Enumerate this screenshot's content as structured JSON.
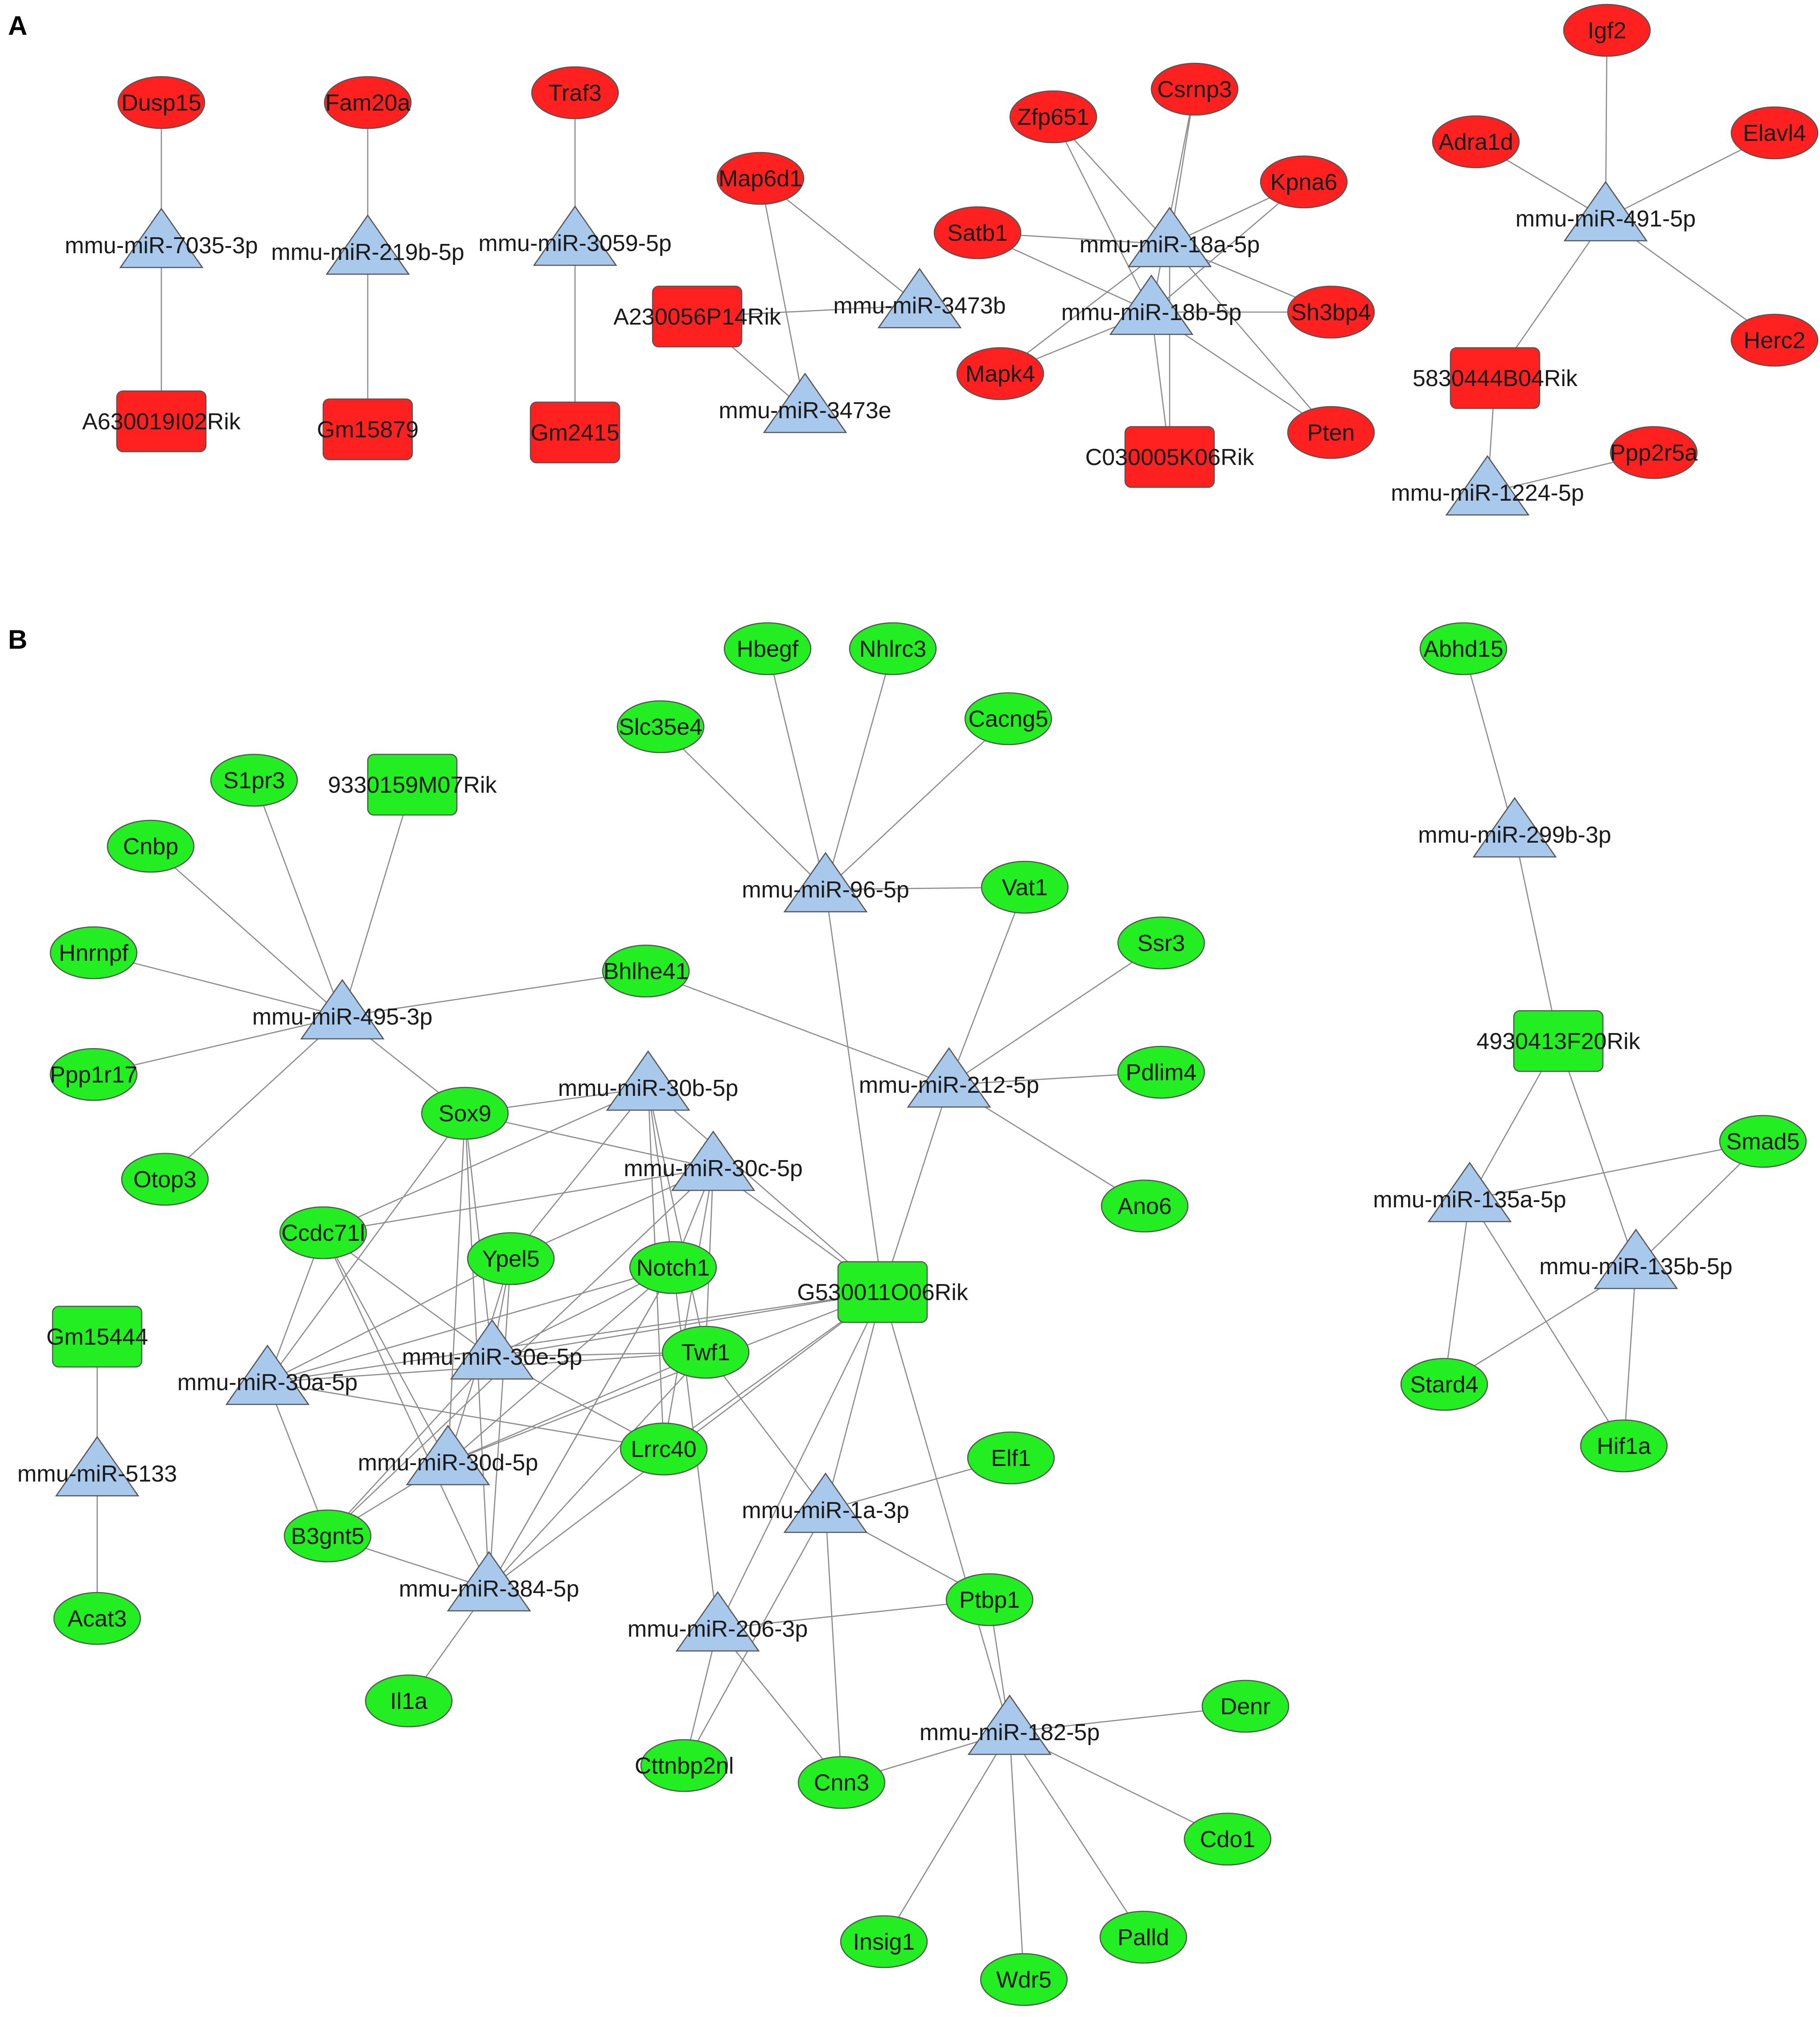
{
  "panels": [
    {
      "id": "A",
      "label": "A"
    },
    {
      "id": "B",
      "label": "B"
    }
  ],
  "legend_colors": {
    "mirna": "#a8c8ec",
    "target_up": "#ff2020",
    "target_down": "#22ee22"
  },
  "nodes": [
    {
      "id": "a_dusp15",
      "label": "Dusp15",
      "shape": "ellipse",
      "color": "#ff2020"
    },
    {
      "id": "a_7035",
      "label": "mmu-miR-7035-3p",
      "shape": "triangle",
      "color": "#a8c8ec"
    },
    {
      "id": "a_a630",
      "label": "A630019I02Rik",
      "shape": "rect",
      "color": "#ff2020"
    },
    {
      "id": "a_fam20a",
      "label": "Fam20a",
      "shape": "ellipse",
      "color": "#ff2020"
    },
    {
      "id": "a_219b",
      "label": "mmu-miR-219b-5p",
      "shape": "triangle",
      "color": "#a8c8ec"
    },
    {
      "id": "a_gm15879",
      "label": "Gm15879",
      "shape": "rect",
      "color": "#ff2020"
    },
    {
      "id": "a_traf3",
      "label": "Traf3",
      "shape": "ellipse",
      "color": "#ff2020"
    },
    {
      "id": "a_3059",
      "label": "mmu-miR-3059-5p",
      "shape": "triangle",
      "color": "#a8c8ec"
    },
    {
      "id": "a_gm2415",
      "label": "Gm2415",
      "shape": "rect",
      "color": "#ff2020"
    },
    {
      "id": "a_map6d1",
      "label": "Map6d1",
      "shape": "ellipse",
      "color": "#ff2020"
    },
    {
      "id": "a_a230",
      "label": "A230056P14Rik",
      "shape": "rect",
      "color": "#ff2020"
    },
    {
      "id": "a_3473b",
      "label": "mmu-miR-3473b",
      "shape": "triangle",
      "color": "#a8c8ec"
    },
    {
      "id": "a_3473e",
      "label": "mmu-miR-3473e",
      "shape": "triangle",
      "color": "#a8c8ec"
    },
    {
      "id": "a_zfp651",
      "label": "Zfp651",
      "shape": "ellipse",
      "color": "#ff2020"
    },
    {
      "id": "a_csrnp3",
      "label": "Csrnp3",
      "shape": "ellipse",
      "color": "#ff2020"
    },
    {
      "id": "a_kpna6",
      "label": "Kpna6",
      "shape": "ellipse",
      "color": "#ff2020"
    },
    {
      "id": "a_satb1",
      "label": "Satb1",
      "shape": "ellipse",
      "color": "#ff2020"
    },
    {
      "id": "a_18a",
      "label": "mmu-miR-18a-5p",
      "shape": "triangle",
      "color": "#a8c8ec"
    },
    {
      "id": "a_18b",
      "label": "mmu-miR-18b-5p",
      "shape": "triangle",
      "color": "#a8c8ec"
    },
    {
      "id": "a_sh3bp4",
      "label": "Sh3bp4",
      "shape": "ellipse",
      "color": "#ff2020"
    },
    {
      "id": "a_mapk4",
      "label": "Mapk4",
      "shape": "ellipse",
      "color": "#ff2020"
    },
    {
      "id": "a_pten",
      "label": "Pten",
      "shape": "ellipse",
      "color": "#ff2020"
    },
    {
      "id": "a_c030",
      "label": "C030005K06Rik",
      "shape": "rect",
      "color": "#ff2020"
    },
    {
      "id": "a_igf2",
      "label": "Igf2",
      "shape": "ellipse",
      "color": "#ff2020"
    },
    {
      "id": "a_adra1d",
      "label": "Adra1d",
      "shape": "ellipse",
      "color": "#ff2020"
    },
    {
      "id": "a_elavl4",
      "label": "Elavl4",
      "shape": "ellipse",
      "color": "#ff2020"
    },
    {
      "id": "a_491",
      "label": "mmu-miR-491-5p",
      "shape": "triangle",
      "color": "#a8c8ec"
    },
    {
      "id": "a_herc2",
      "label": "Herc2",
      "shape": "ellipse",
      "color": "#ff2020"
    },
    {
      "id": "a_5830",
      "label": "5830444B04Rik",
      "shape": "rect",
      "color": "#ff2020"
    },
    {
      "id": "a_ppp2r5a",
      "label": "Ppp2r5a",
      "shape": "ellipse",
      "color": "#ff2020"
    },
    {
      "id": "a_1224",
      "label": "mmu-miR-1224-5p",
      "shape": "triangle",
      "color": "#a8c8ec"
    },
    {
      "id": "b_hbegf",
      "label": "Hbegf",
      "shape": "ellipse",
      "color": "#22ee22"
    },
    {
      "id": "b_nhlrc3",
      "label": "Nhlrc3",
      "shape": "ellipse",
      "color": "#22ee22"
    },
    {
      "id": "b_slc35e4",
      "label": "Slc35e4",
      "shape": "ellipse",
      "color": "#22ee22"
    },
    {
      "id": "b_cacng5",
      "label": "Cacng5",
      "shape": "ellipse",
      "color": "#22ee22"
    },
    {
      "id": "b_96",
      "label": "mmu-miR-96-5p",
      "shape": "triangle",
      "color": "#a8c8ec"
    },
    {
      "id": "b_vat1",
      "label": "Vat1",
      "shape": "ellipse",
      "color": "#22ee22"
    },
    {
      "id": "b_s1pr3",
      "label": "S1pr3",
      "shape": "ellipse",
      "color": "#22ee22"
    },
    {
      "id": "b_9330",
      "label": "9330159M07Rik",
      "shape": "rect",
      "color": "#22ee22"
    },
    {
      "id": "b_cnbp",
      "label": "Cnbp",
      "shape": "ellipse",
      "color": "#22ee22"
    },
    {
      "id": "b_hnrnpf",
      "label": "Hnrnpf",
      "shape": "ellipse",
      "color": "#22ee22"
    },
    {
      "id": "b_bhlhe41",
      "label": "Bhlhe41",
      "shape": "ellipse",
      "color": "#22ee22"
    },
    {
      "id": "b_495",
      "label": "mmu-miR-495-3p",
      "shape": "triangle",
      "color": "#a8c8ec"
    },
    {
      "id": "b_ppp1r17",
      "label": "Ppp1r17",
      "shape": "ellipse",
      "color": "#22ee22"
    },
    {
      "id": "b_otop3",
      "label": "Otop3",
      "shape": "ellipse",
      "color": "#22ee22"
    },
    {
      "id": "b_ssr3",
      "label": "Ssr3",
      "shape": "ellipse",
      "color": "#22ee22"
    },
    {
      "id": "b_pdlim4",
      "label": "Pdlim4",
      "shape": "ellipse",
      "color": "#22ee22"
    },
    {
      "id": "b_212",
      "label": "mmu-miR-212-5p",
      "shape": "triangle",
      "color": "#a8c8ec"
    },
    {
      "id": "b_ano6",
      "label": "Ano6",
      "shape": "ellipse",
      "color": "#22ee22"
    },
    {
      "id": "b_sox9",
      "label": "Sox9",
      "shape": "ellipse",
      "color": "#22ee22"
    },
    {
      "id": "b_30b",
      "label": "mmu-miR-30b-5p",
      "shape": "triangle",
      "color": "#a8c8ec"
    },
    {
      "id": "b_30c",
      "label": "mmu-miR-30c-5p",
      "shape": "triangle",
      "color": "#a8c8ec"
    },
    {
      "id": "b_ccdc71l",
      "label": "Ccdc71l",
      "shape": "ellipse",
      "color": "#22ee22"
    },
    {
      "id": "b_ypel5",
      "label": "Ypel5",
      "shape": "ellipse",
      "color": "#22ee22"
    },
    {
      "id": "b_notch1",
      "label": "Notch1",
      "shape": "ellipse",
      "color": "#22ee22"
    },
    {
      "id": "b_g530",
      "label": "G530011O06Rik",
      "shape": "rect",
      "color": "#22ee22"
    },
    {
      "id": "b_gm15444",
      "label": "Gm15444",
      "shape": "rect",
      "color": "#22ee22"
    },
    {
      "id": "b_30a",
      "label": "mmu-miR-30a-5p",
      "shape": "triangle",
      "color": "#a8c8ec"
    },
    {
      "id": "b_30e",
      "label": "mmu-miR-30e-5p",
      "shape": "triangle",
      "color": "#a8c8ec"
    },
    {
      "id": "b_twf1",
      "label": "Twf1",
      "shape": "ellipse",
      "color": "#22ee22"
    },
    {
      "id": "b_5133",
      "label": "mmu-miR-5133",
      "shape": "triangle",
      "color": "#a8c8ec"
    },
    {
      "id": "b_30d",
      "label": "mmu-miR-30d-5p",
      "shape": "triangle",
      "color": "#a8c8ec"
    },
    {
      "id": "b_lrrc40",
      "label": "Lrrc40",
      "shape": "ellipse",
      "color": "#22ee22"
    },
    {
      "id": "b_elf1",
      "label": "Elf1",
      "shape": "ellipse",
      "color": "#22ee22"
    },
    {
      "id": "b_1a",
      "label": "mmu-miR-1a-3p",
      "shape": "triangle",
      "color": "#a8c8ec"
    },
    {
      "id": "b_b3gnt5",
      "label": "B3gnt5",
      "shape": "ellipse",
      "color": "#22ee22"
    },
    {
      "id": "b_384",
      "label": "mmu-miR-384-5p",
      "shape": "triangle",
      "color": "#a8c8ec"
    },
    {
      "id": "b_ptbp1",
      "label": "Ptbp1",
      "shape": "ellipse",
      "color": "#22ee22"
    },
    {
      "id": "b_acat3",
      "label": "Acat3",
      "shape": "ellipse",
      "color": "#22ee22"
    },
    {
      "id": "b_206",
      "label": "mmu-miR-206-3p",
      "shape": "triangle",
      "color": "#a8c8ec"
    },
    {
      "id": "b_il1a",
      "label": "Il1a",
      "shape": "ellipse",
      "color": "#22ee22"
    },
    {
      "id": "b_denr",
      "label": "Denr",
      "shape": "ellipse",
      "color": "#22ee22"
    },
    {
      "id": "b_182",
      "label": "mmu-miR-182-5p",
      "shape": "triangle",
      "color": "#a8c8ec"
    },
    {
      "id": "b_cttnbp2nl",
      "label": "Cttnbp2nl",
      "shape": "ellipse",
      "color": "#22ee22"
    },
    {
      "id": "b_cnn3",
      "label": "Cnn3",
      "shape": "ellipse",
      "color": "#22ee22"
    },
    {
      "id": "b_cdo1",
      "label": "Cdo1",
      "shape": "ellipse",
      "color": "#22ee22"
    },
    {
      "id": "b_insig1",
      "label": "Insig1",
      "shape": "ellipse",
      "color": "#22ee22"
    },
    {
      "id": "b_palld",
      "label": "Palld",
      "shape": "ellipse",
      "color": "#22ee22"
    },
    {
      "id": "b_wdr5",
      "label": "Wdr5",
      "shape": "ellipse",
      "color": "#22ee22"
    },
    {
      "id": "b_abhd15",
      "label": "Abhd15",
      "shape": "ellipse",
      "color": "#22ee22"
    },
    {
      "id": "b_299b",
      "label": "mmu-miR-299b-3p",
      "shape": "triangle",
      "color": "#a8c8ec"
    },
    {
      "id": "b_4930",
      "label": "4930413F20Rik",
      "shape": "rect",
      "color": "#22ee22"
    },
    {
      "id": "b_smad5",
      "label": "Smad5",
      "shape": "ellipse",
      "color": "#22ee22"
    },
    {
      "id": "b_135a",
      "label": "mmu-miR-135a-5p",
      "shape": "triangle",
      "color": "#a8c8ec"
    },
    {
      "id": "b_135b",
      "label": "mmu-miR-135b-5p",
      "shape": "triangle",
      "color": "#a8c8ec"
    },
    {
      "id": "b_stard4",
      "label": "Stard4",
      "shape": "ellipse",
      "color": "#22ee22"
    },
    {
      "id": "b_hif1a",
      "label": "Hif1a",
      "shape": "ellipse",
      "color": "#22ee22"
    }
  ],
  "edges": [
    [
      "a_dusp15",
      "a_7035"
    ],
    [
      "a_7035",
      "a_a630"
    ],
    [
      "a_fam20a",
      "a_219b"
    ],
    [
      "a_219b",
      "a_gm15879"
    ],
    [
      "a_traf3",
      "a_3059"
    ],
    [
      "a_3059",
      "a_gm2415"
    ],
    [
      "a_map6d1",
      "a_3473b"
    ],
    [
      "a_map6d1",
      "a_3473e"
    ],
    [
      "a_a230",
      "a_3473b"
    ],
    [
      "a_a230",
      "a_3473e"
    ],
    [
      "a_zfp651",
      "a_18a"
    ],
    [
      "a_zfp651",
      "a_18b"
    ],
    [
      "a_csrnp3",
      "a_18a"
    ],
    [
      "a_csrnp3",
      "a_18b"
    ],
    [
      "a_kpna6",
      "a_18a"
    ],
    [
      "a_kpna6",
      "a_18b"
    ],
    [
      "a_satb1",
      "a_18a"
    ],
    [
      "a_satb1",
      "a_18b"
    ],
    [
      "a_sh3bp4",
      "a_18a"
    ],
    [
      "a_sh3bp4",
      "a_18b"
    ],
    [
      "a_mapk4",
      "a_18a"
    ],
    [
      "a_mapk4",
      "a_18b"
    ],
    [
      "a_pten",
      "a_18a"
    ],
    [
      "a_pten",
      "a_18b"
    ],
    [
      "a_c030",
      "a_18a"
    ],
    [
      "a_c030",
      "a_18b"
    ],
    [
      "a_igf2",
      "a_491"
    ],
    [
      "a_adra1d",
      "a_491"
    ],
    [
      "a_elavl4",
      "a_491"
    ],
    [
      "a_herc2",
      "a_491"
    ],
    [
      "a_5830",
      "a_491"
    ],
    [
      "a_5830",
      "a_1224"
    ],
    [
      "a_ppp2r5a",
      "a_1224"
    ],
    [
      "b_hbegf",
      "b_96"
    ],
    [
      "b_nhlrc3",
      "b_96"
    ],
    [
      "b_slc35e4",
      "b_96"
    ],
    [
      "b_cacng5",
      "b_96"
    ],
    [
      "b_vat1",
      "b_96"
    ],
    [
      "b_96",
      "b_g530"
    ],
    [
      "b_s1pr3",
      "b_495"
    ],
    [
      "b_9330",
      "b_495"
    ],
    [
      "b_cnbp",
      "b_495"
    ],
    [
      "b_hnrnpf",
      "b_495"
    ],
    [
      "b_bhlhe41",
      "b_495"
    ],
    [
      "b_ppp1r17",
      "b_495"
    ],
    [
      "b_otop3",
      "b_495"
    ],
    [
      "b_495",
      "b_sox9"
    ],
    [
      "b_bhlhe41",
      "b_212"
    ],
    [
      "b_vat1",
      "b_212"
    ],
    [
      "b_ssr3",
      "b_212"
    ],
    [
      "b_pdlim4",
      "b_212"
    ],
    [
      "b_ano6",
      "b_212"
    ],
    [
      "b_212",
      "b_g530"
    ],
    [
      "b_sox9",
      "b_30b"
    ],
    [
      "b_sox9",
      "b_30c"
    ],
    [
      "b_sox9",
      "b_30e"
    ],
    [
      "b_sox9",
      "b_30d"
    ],
    [
      "b_sox9",
      "b_384"
    ],
    [
      "b_sox9",
      "b_30a"
    ],
    [
      "b_ccdc71l",
      "b_30b"
    ],
    [
      "b_ccdc71l",
      "b_30c"
    ],
    [
      "b_ccdc71l",
      "b_30e"
    ],
    [
      "b_ccdc71l",
      "b_30d"
    ],
    [
      "b_ccdc71l",
      "b_384"
    ],
    [
      "b_ccdc71l",
      "b_30a"
    ],
    [
      "b_ypel5",
      "b_30b"
    ],
    [
      "b_ypel5",
      "b_30c"
    ],
    [
      "b_ypel5",
      "b_30e"
    ],
    [
      "b_ypel5",
      "b_30d"
    ],
    [
      "b_ypel5",
      "b_384"
    ],
    [
      "b_ypel5",
      "b_30a"
    ],
    [
      "b_notch1",
      "b_30b"
    ],
    [
      "b_notch1",
      "b_30c"
    ],
    [
      "b_notch1",
      "b_30e"
    ],
    [
      "b_notch1",
      "b_30d"
    ],
    [
      "b_notch1",
      "b_384"
    ],
    [
      "b_notch1",
      "b_30a"
    ],
    [
      "b_g530",
      "b_30b"
    ],
    [
      "b_g530",
      "b_30c"
    ],
    [
      "b_g530",
      "b_30e"
    ],
    [
      "b_g530",
      "b_30d"
    ],
    [
      "b_g530",
      "b_384"
    ],
    [
      "b_g530",
      "b_30a"
    ],
    [
      "b_twf1",
      "b_30b"
    ],
    [
      "b_twf1",
      "b_30c"
    ],
    [
      "b_twf1",
      "b_30e"
    ],
    [
      "b_twf1",
      "b_30d"
    ],
    [
      "b_twf1",
      "b_384"
    ],
    [
      "b_twf1",
      "b_30a"
    ],
    [
      "b_twf1",
      "b_1a"
    ],
    [
      "b_lrrc40",
      "b_30b"
    ],
    [
      "b_lrrc40",
      "b_30c"
    ],
    [
      "b_lrrc40",
      "b_30e"
    ],
    [
      "b_lrrc40",
      "b_30a"
    ],
    [
      "b_b3gnt5",
      "b_30a"
    ],
    [
      "b_b3gnt5",
      "b_30d"
    ],
    [
      "b_b3gnt5",
      "b_30e"
    ],
    [
      "b_b3gnt5",
      "b_384"
    ],
    [
      "b_b3gnt5",
      "b_30c"
    ],
    [
      "b_il1a",
      "b_384"
    ],
    [
      "b_g530",
      "b_1a"
    ],
    [
      "b_g530",
      "b_206"
    ],
    [
      "b_g530",
      "b_182"
    ],
    [
      "b_g530",
      "b_lrrc40"
    ],
    [
      "b_notch1",
      "b_206"
    ],
    [
      "b_notch1",
      "b_384"
    ],
    [
      "b_elf1",
      "b_1a"
    ],
    [
      "b_ptbp1",
      "b_1a"
    ],
    [
      "b_ptbp1",
      "b_206"
    ],
    [
      "b_ptbp1",
      "b_182"
    ],
    [
      "b_1a",
      "b_cnn3"
    ],
    [
      "b_1a",
      "b_cttnbp2nl"
    ],
    [
      "b_206",
      "b_cttnbp2nl"
    ],
    [
      "b_206",
      "b_cnn3"
    ],
    [
      "b_cnn3",
      "b_182"
    ],
    [
      "b_denr",
      "b_182"
    ],
    [
      "b_cdo1",
      "b_182"
    ],
    [
      "b_insig1",
      "b_182"
    ],
    [
      "b_palld",
      "b_182"
    ],
    [
      "b_wdr5",
      "b_182"
    ],
    [
      "b_gm15444",
      "b_5133"
    ],
    [
      "b_5133",
      "b_acat3"
    ],
    [
      "b_abhd15",
      "b_299b"
    ],
    [
      "b_299b",
      "b_4930"
    ],
    [
      "b_4930",
      "b_135a"
    ],
    [
      "b_4930",
      "b_135b"
    ],
    [
      "b_smad5",
      "b_135a"
    ],
    [
      "b_smad5",
      "b_135b"
    ],
    [
      "b_stard4",
      "b_135a"
    ],
    [
      "b_stard4",
      "b_135b"
    ],
    [
      "b_hif1a",
      "b_135a"
    ],
    [
      "b_hif1a",
      "b_135b"
    ]
  ]
}
